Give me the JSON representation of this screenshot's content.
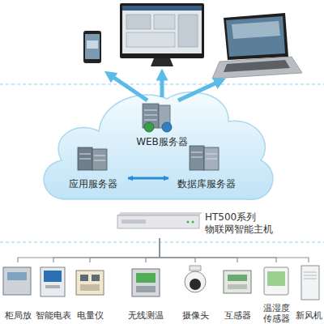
{
  "diagram": {
    "nodes": [
      {
        "text": [
          "WEB服务器"
        ]
      },
      {
        "text": [
          "应用服务器"
        ]
      },
      {
        "text": [
          "数据库服务器"
        ]
      },
      {
        "text": [
          "HT500系列 物联网智能主机"
        ]
      },
      {
        "text": [
          "柜局放"
        ]
      },
      {
        "text": [
          "智能电表"
        ]
      },
      {
        "text": [
          "电量仪"
        ]
      },
      {
        "text": [
          "无线测温"
        ]
      },
      {
        "text": [
          "摄像头"
        ]
      },
      {
        "text": [
          "互感器"
        ]
      },
      {
        "text": [
          "温湿度 传感器"
        ]
      },
      {
        "text": [
          "新风机"
        ]
      }
    ],
    "edges": [
      {
        "from": 1,
        "to": 2,
        "arrow": "both"
      },
      {
        "from": 3,
        "to": 4,
        "arrow": "none"
      },
      {
        "from": 3,
        "to": 5,
        "arrow": "none"
      },
      {
        "from": 3,
        "to": 6,
        "arrow": "none"
      },
      {
        "from": 3,
        "to": 7,
        "arrow": "none"
      },
      {
        "from": 3,
        "to": 8,
        "arrow": "none"
      },
      {
        "from": 3,
        "to": 9,
        "arrow": "none"
      },
      {
        "from": 3,
        "to": 10,
        "arrow": "none"
      },
      {
        "from": 3,
        "to": 11,
        "arrow": "none"
      }
    ]
  }
}
